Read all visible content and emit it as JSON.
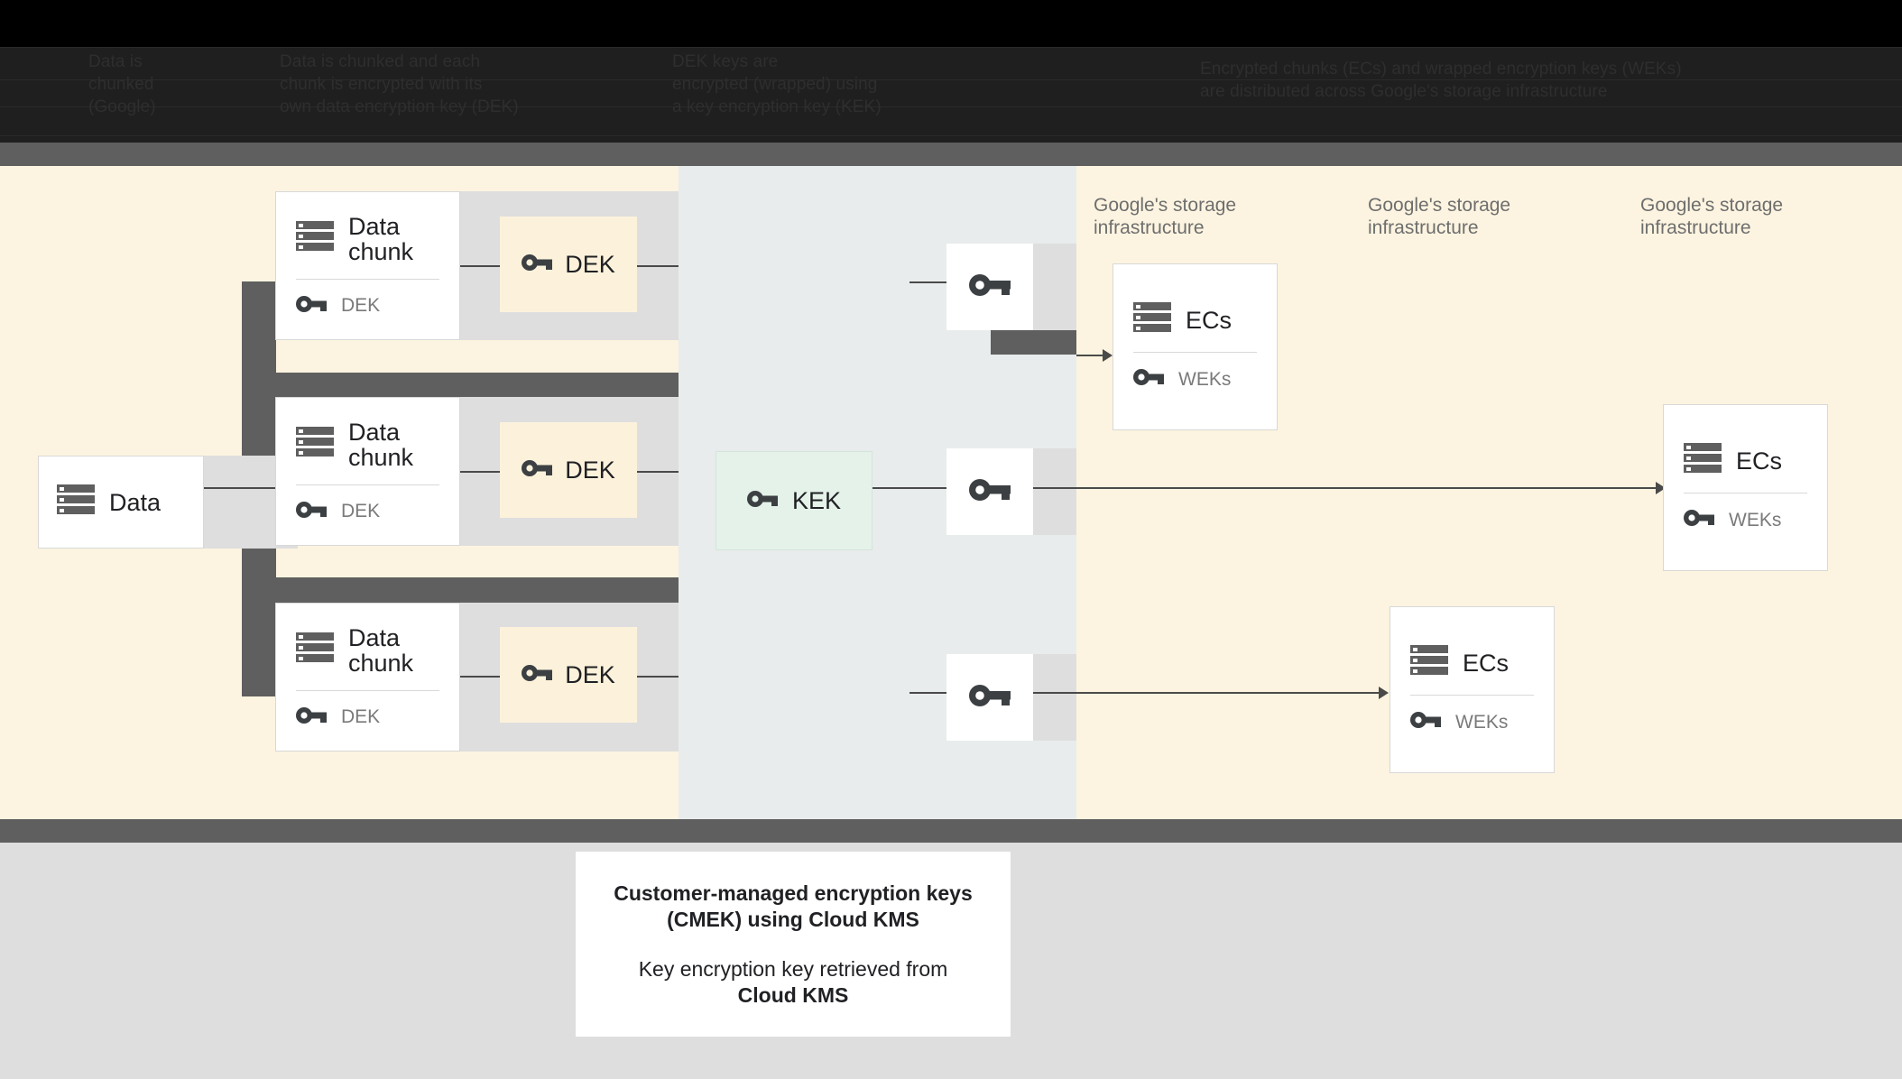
{
  "header": {
    "columns": [
      {
        "lines": [
          "Data is",
          "chunked",
          "(Google)"
        ]
      },
      {
        "lines": [
          "Data is chunked and each",
          "chunk is encrypted with its",
          "own data encryption key (DEK)"
        ]
      },
      {
        "lines": [
          "DEK keys are",
          "encrypted (wrapped) using",
          "a key encryption key (KEK)"
        ]
      },
      {
        "lines": [
          "Encrypted chunks (ECs) and wrapped encryption keys (WEKs)",
          "are distributed across Google's storage infrastructure"
        ]
      }
    ]
  },
  "diagram": {
    "data_box": {
      "label": "Data",
      "icon": "database-icon"
    },
    "chunks": [
      {
        "title": "Data chunk",
        "key_label": "DEK",
        "icon": "database-icon",
        "key_icon": "key-icon"
      },
      {
        "title": "Data chunk",
        "key_label": "DEK",
        "icon": "database-icon",
        "key_icon": "key-icon"
      },
      {
        "title": "Data chunk",
        "key_label": "DEK",
        "icon": "database-icon",
        "key_icon": "key-icon"
      }
    ],
    "deks": [
      {
        "label": "DEK",
        "icon": "key-icon"
      },
      {
        "label": "DEK",
        "icon": "key-icon"
      },
      {
        "label": "DEK",
        "icon": "key-icon"
      }
    ],
    "kek": {
      "label": "KEK",
      "icon": "key-icon"
    },
    "weks": [
      {
        "icon": "key-icon"
      },
      {
        "icon": "key-icon"
      },
      {
        "icon": "key-icon"
      }
    ],
    "storage_labels": [
      "Google's storage infrastructure",
      "Google's storage infrastructure",
      "Google's storage infrastructure"
    ],
    "ecs_cards": [
      {
        "title": "ECs",
        "key_label": "WEKs",
        "icon": "database-icon",
        "key_icon": "key-icon"
      },
      {
        "title": "ECs",
        "key_label": "WEKs",
        "icon": "database-icon",
        "key_icon": "key-icon"
      },
      {
        "title": "ECs",
        "key_label": "WEKs",
        "icon": "database-icon",
        "key_icon": "key-icon"
      }
    ]
  },
  "caption": {
    "title_line_1": "Customer-managed encryption keys",
    "title_line_2": "(CMEK) using Cloud KMS",
    "sub_line_1": "Key encryption key retrieved from",
    "sub_line_2": "Cloud KMS"
  },
  "colors": {
    "cream": "#FCF4E0",
    "cream_box": "#FCF2DB",
    "gray_panel": "#E8ECEC",
    "dark_gray": "#5f5f5f",
    "kek_green": "#E4F2EA",
    "shadow_gray": "#DEDEDF",
    "icon_gray": "#5f5f5f",
    "line": "#4a4a4a"
  }
}
